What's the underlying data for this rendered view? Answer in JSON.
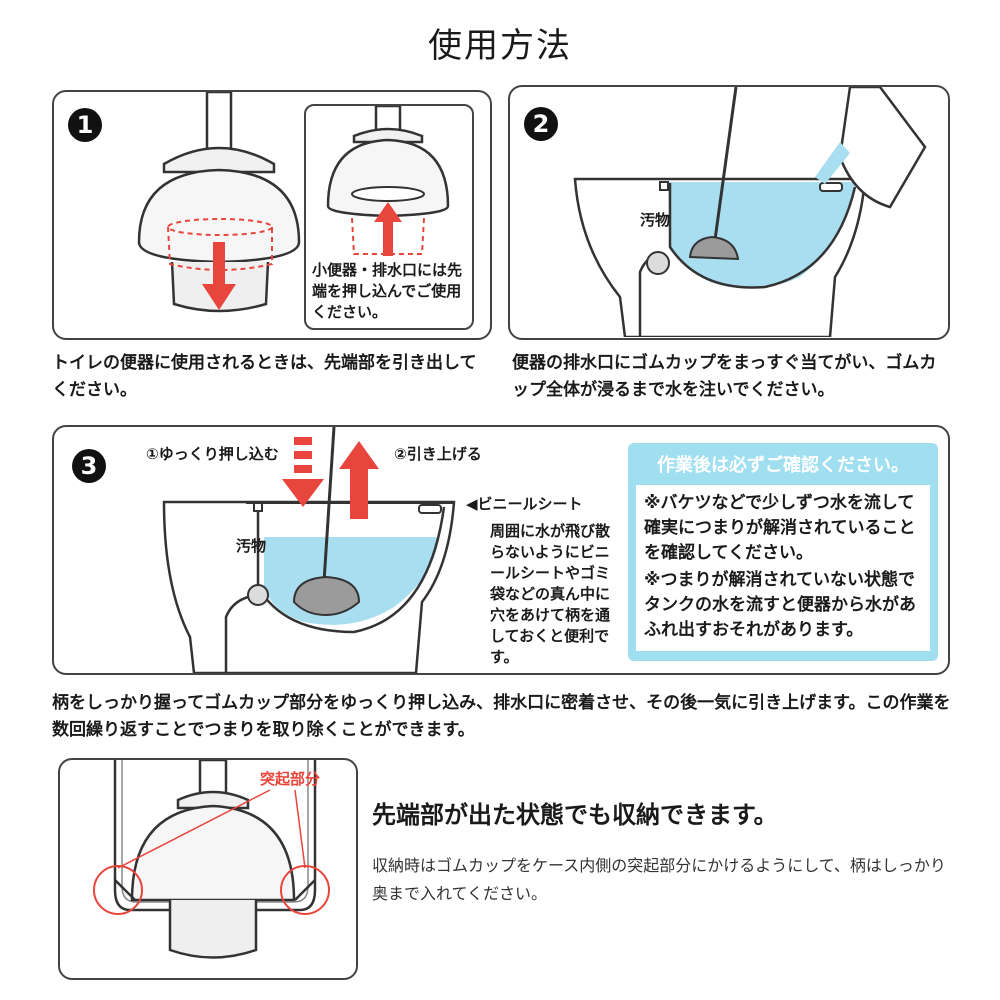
{
  "title": "使用方法",
  "step1": {
    "number": "1",
    "inset_caption": "小便器・排水口には先端を押し込んでご使用ください。",
    "caption": "トイレの便器に使用されるときは、先端部を引き出してください。"
  },
  "step2": {
    "number": "2",
    "label_dirt": "汚物",
    "caption": "便器の排水口にゴムカップをまっすぐ当てがい、ゴムカップ全体が浸るまで水を注いでください。"
  },
  "step3": {
    "number": "3",
    "push_label": "①ゆっくり押し込む",
    "pull_label": "②引き上げる",
    "vinyl_label": "ビニールシート",
    "label_dirt": "汚物",
    "vinyl_tip": "周囲に水が飛び散らないようにビニールシートやゴミ袋などの真ん中に穴をあけて柄を通しておくと便利です。",
    "note_title": "作業後は必ずご確認ください。",
    "note_1": "※バケツなどで少しずつ水を流して確実につまりが解消されていることを確認してください。",
    "note_2": "※つまりが解消されていない状態でタンクの水を流すと便器から水があふれ出すおそれがあります。",
    "caption": "柄をしっかり握ってゴムカップ部分をゆっくり押し込み、排水口に密着させ、その後一気に引き上げます。この作業を数回繰り返すことでつまりを取り除くことができます。"
  },
  "storage": {
    "protrusion_label": "突起部分",
    "heading": "先端部が出た状態でも収納できます。",
    "description": "収納時はゴムカップをケース内側の突起部分にかけるようにして、柄はしっかり奥まで入れてください。"
  },
  "colors": {
    "water": "#a9def0",
    "arrow_red": "#e8453c",
    "note_bg": "#9fdff0"
  }
}
